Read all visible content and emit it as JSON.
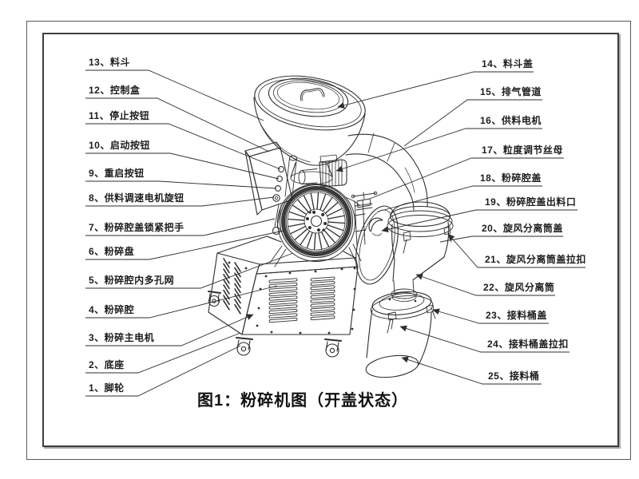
{
  "figure": {
    "caption": "图1：粉碎机图（开盖状态）"
  },
  "colors": {
    "line": "#2e2e2e",
    "background": "#ffffff"
  },
  "parts_left": [
    {
      "id": "13",
      "label": "13、料斗"
    },
    {
      "id": "12",
      "label": "12、控制盒"
    },
    {
      "id": "11",
      "label": "11、停止按钮"
    },
    {
      "id": "10",
      "label": "10、启动按钮"
    },
    {
      "id": "9",
      "label": "9、重启按钮"
    },
    {
      "id": "8",
      "label": "8、供料调速电机旋钮"
    },
    {
      "id": "7",
      "label": "7、粉碎腔盖锁紧把手"
    },
    {
      "id": "6",
      "label": "6、粉碎盘"
    },
    {
      "id": "5",
      "label": "5、粉碎腔内多孔网"
    },
    {
      "id": "4",
      "label": "4、粉碎腔"
    },
    {
      "id": "3",
      "label": "3、粉碎主电机"
    },
    {
      "id": "2",
      "label": "2、底座"
    },
    {
      "id": "1",
      "label": "1、脚轮"
    }
  ],
  "parts_right": [
    {
      "id": "14",
      "label": "14、料斗盖"
    },
    {
      "id": "15",
      "label": "15、排气管道"
    },
    {
      "id": "16",
      "label": "16、供料电机"
    },
    {
      "id": "17",
      "label": "17、粒度调节丝母"
    },
    {
      "id": "18",
      "label": "18、粉碎腔盖"
    },
    {
      "id": "19",
      "label": "19、粉碎腔盖出料口"
    },
    {
      "id": "20",
      "label": "20、旋风分离筒盖"
    },
    {
      "id": "21",
      "label": "21、旋风分离筒盖拉扣"
    },
    {
      "id": "22",
      "label": "22、旋风分离筒"
    },
    {
      "id": "23",
      "label": "23、接料桶盖"
    },
    {
      "id": "24",
      "label": "24、接料桶盖拉扣"
    },
    {
      "id": "25",
      "label": "25、接料桶"
    }
  ]
}
